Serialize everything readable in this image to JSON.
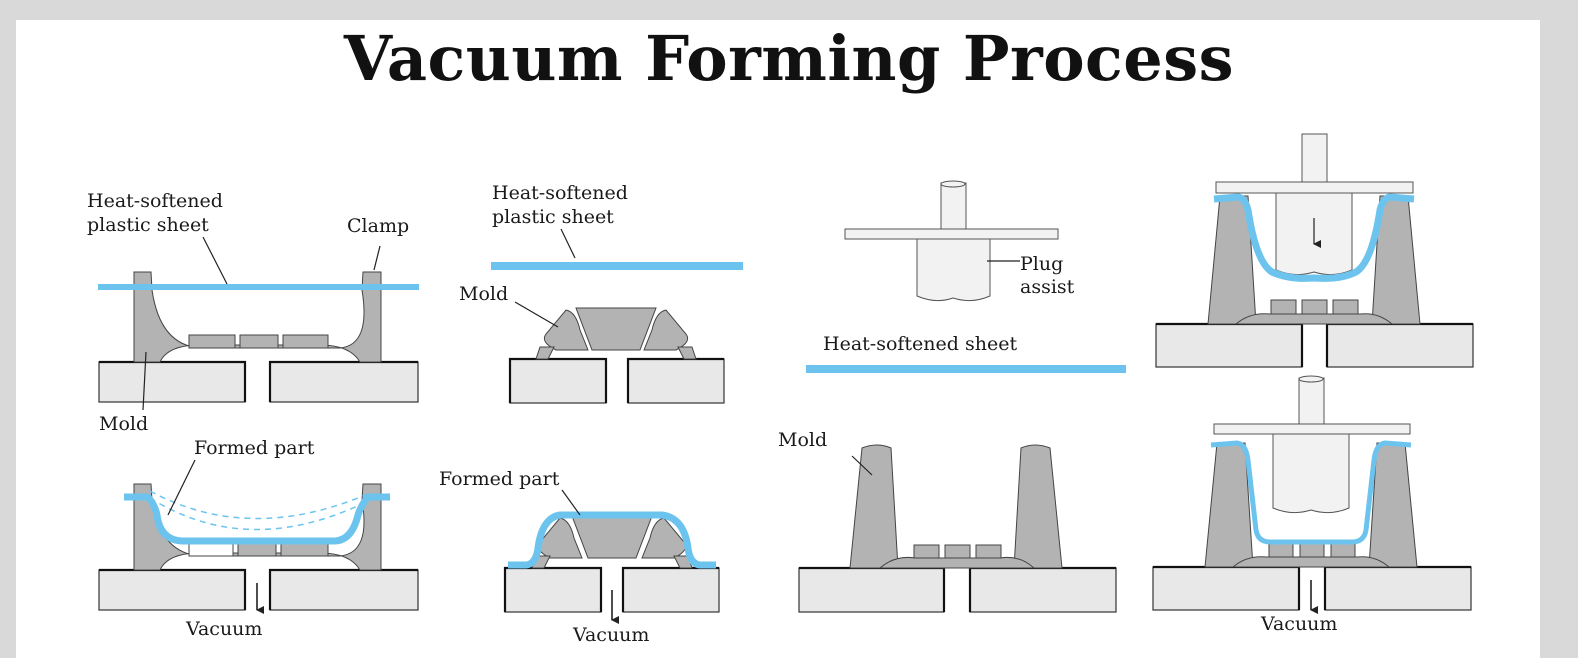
{
  "title": "Vacuum Forming Process",
  "colors": {
    "sheet": "#6cc4ee",
    "mold": "#b3b3b3",
    "base": "#e8e8e8",
    "plug": "#f2f2f2",
    "outline": "#333333"
  },
  "labels": {
    "p1_sheet_1": "Heat-softened",
    "p1_sheet_2": "plastic sheet",
    "p1_clamp": "Clamp",
    "p1_mold": "Mold",
    "p1_formed": "Formed part",
    "p1_vacuum": "Vacuum",
    "p2_sheet_1": "Heat-softened",
    "p2_sheet_2": "plastic sheet",
    "p2_mold": "Mold",
    "p2_formed": "Formed part",
    "p2_vacuum": "Vacuum",
    "p3_plug_1": "Plug",
    "p3_plug_2": "assist",
    "p3_sheet": "Heat-softened sheet",
    "p3_mold": "Mold",
    "p4_vacuum": "Vacuum"
  }
}
